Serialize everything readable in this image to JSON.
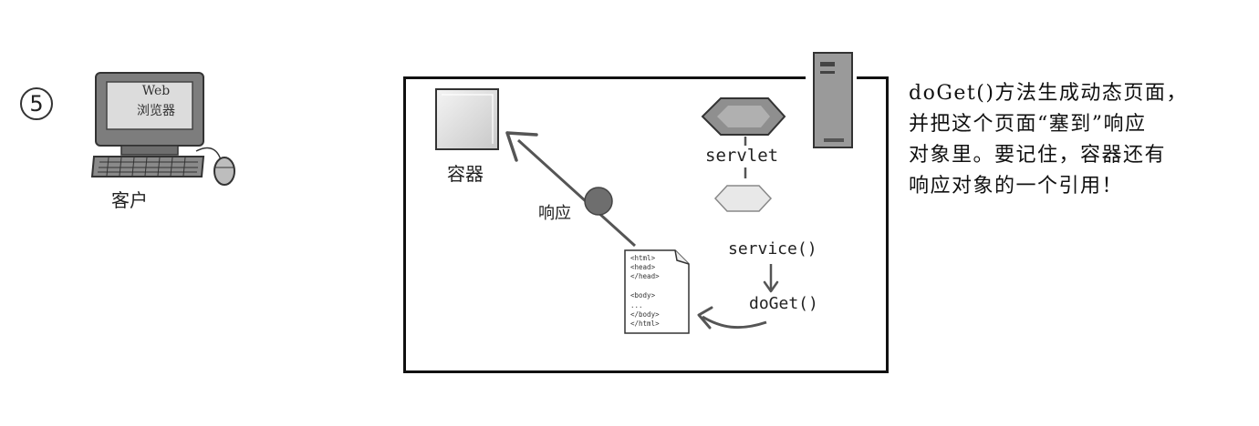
{
  "step": {
    "number": "5"
  },
  "client": {
    "screen_line1": "Web",
    "screen_line2": "浏览器",
    "label": "客户"
  },
  "diagram": {
    "container_label": "容器",
    "servlet_label": "servlet",
    "response_label": "响应",
    "service_call": "service()",
    "doget_call": "doGet()",
    "html_doc_lines": [
      "<html>",
      "<head>",
      "</head>",
      "",
      "<body>",
      "...",
      "</body>",
      "</html>"
    ]
  },
  "explanation": {
    "lines": [
      "doGet()方法生成动态页面，",
      "并把这个页面“塞到”响应",
      "对象里。要记住，容器还有",
      "响应对象的一个引用！"
    ]
  }
}
